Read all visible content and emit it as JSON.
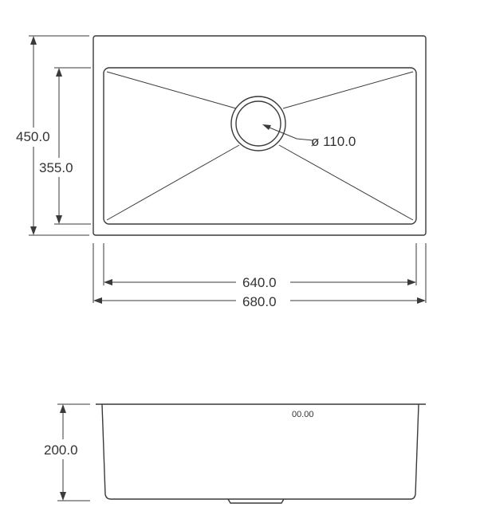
{
  "top_view": {
    "height_outer": "450.0",
    "height_inner": "355.0",
    "drain_diameter": "ø 110.0",
    "width_inner": "640.0",
    "width_outer": "680.0"
  },
  "side_view": {
    "depth": "200.0",
    "label": "00.00"
  },
  "colors": {
    "stroke": "#3a3a3a",
    "text": "#333333",
    "background": "#ffffff"
  }
}
